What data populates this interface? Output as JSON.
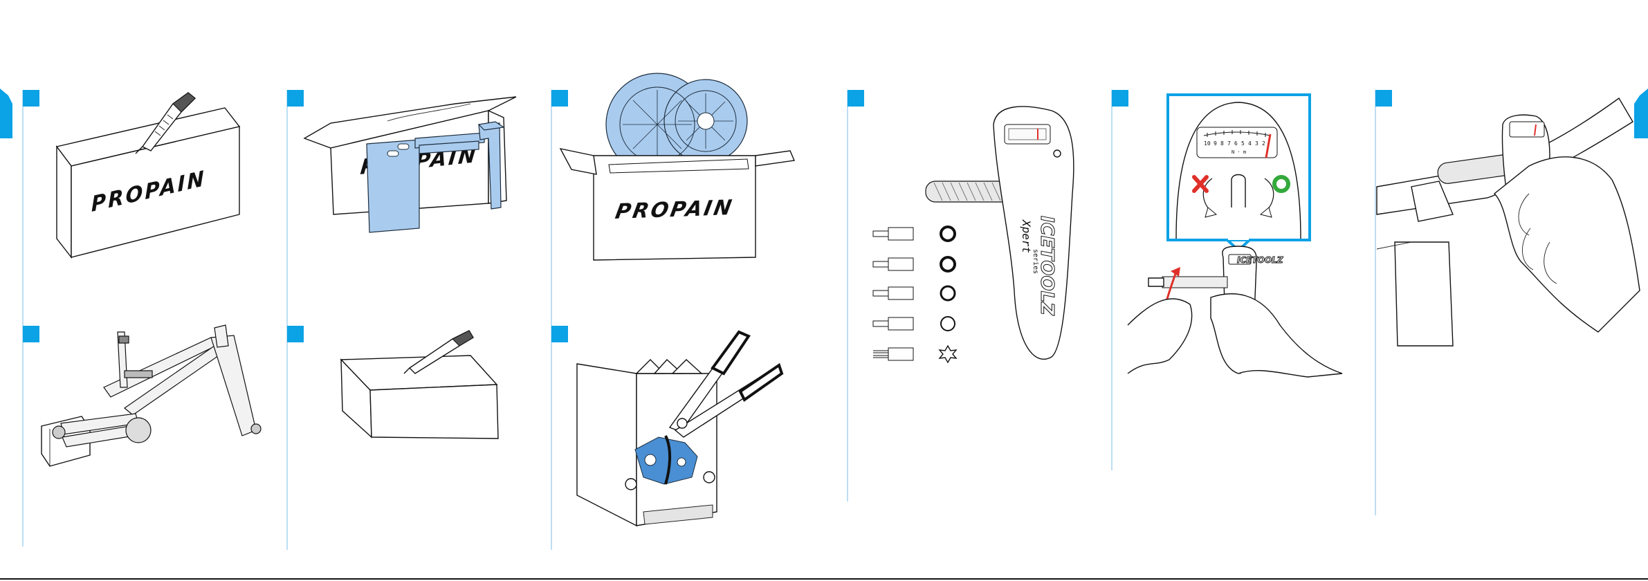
{
  "brand": "PROPAIN",
  "tool": {
    "brand": "ICETOOLZ",
    "model": "Xpert",
    "series": "series",
    "gauge_scale": [
      "10",
      "9",
      "8",
      "7",
      "6",
      "5",
      "4",
      "3",
      "2"
    ],
    "gauge_unit": "N · m"
  },
  "colors": {
    "accent": "#0ca2e6",
    "part_blue": "#a9cbee",
    "wrong": "#e0302a",
    "right": "#34a93c"
  },
  "icons": {
    "wrong": "cross-icon",
    "right": "ring-icon"
  },
  "bits": [
    {
      "shape": "hex"
    },
    {
      "shape": "hex"
    },
    {
      "shape": "hex"
    },
    {
      "shape": "hex"
    },
    {
      "shape": "torx"
    }
  ]
}
